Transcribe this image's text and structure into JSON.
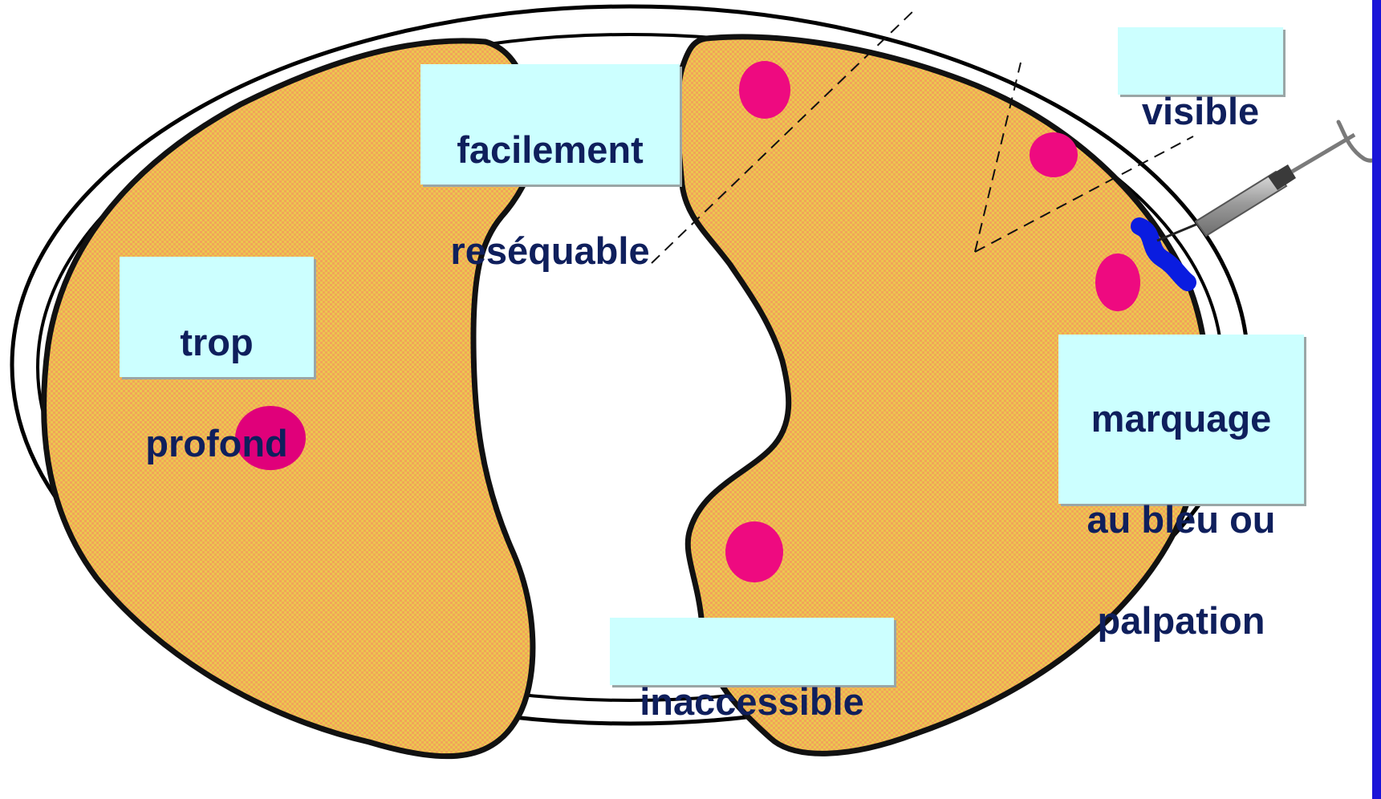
{
  "labels": {
    "trop_profond": {
      "lines": [
        "trop",
        "profond"
      ]
    },
    "facilement_resequable": {
      "lines": [
        "facilement",
        "reséquable"
      ]
    },
    "visible": {
      "lines": [
        "visible"
      ]
    },
    "marquage": {
      "lines": [
        "marquage",
        "au bleu ou",
        "palpation"
      ]
    },
    "inaccessible": {
      "lines": [
        "inaccessible"
      ]
    }
  },
  "colors": {
    "lung_fill": "#f2a35a",
    "lung_pattern_accent": "#e8d24a",
    "lung_outline": "#111111",
    "nodule": "#e0007a",
    "blue_marking": "#0a1ce0",
    "label_background": "#ccffff",
    "label_text": "#0f1f5c",
    "right_bar": "#1a14d8",
    "thorax_outline": "#000000"
  },
  "icons": {
    "syringe": "syringe-icon",
    "nodule": "nodule-icon"
  }
}
